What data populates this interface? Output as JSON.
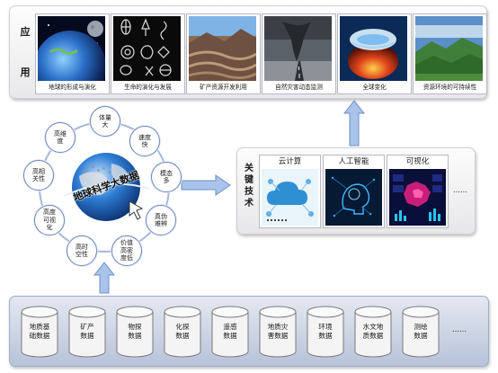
{
  "applications": {
    "label": "应用",
    "items": [
      {
        "caption": "地球的形成与演化"
      },
      {
        "caption": "生命的演化与发展"
      },
      {
        "caption": "矿产资源开发利用"
      },
      {
        "caption": "自然灾害动态监测"
      },
      {
        "caption": "全球变化"
      },
      {
        "caption": "资源环境的可持续性"
      }
    ]
  },
  "core": {
    "title": "地球科学大数据",
    "features": [
      {
        "label": "体量\n大"
      },
      {
        "label": "速度\n快"
      },
      {
        "label": "模态\n多"
      },
      {
        "label": "真伪\n难辨"
      },
      {
        "label": "价值\n高密\n度低"
      },
      {
        "label": "高时\n空性"
      },
      {
        "label": "高度\n可视\n化"
      },
      {
        "label": "高相\n关性"
      },
      {
        "label": "高维\n度"
      }
    ]
  },
  "tech": {
    "label": "关键技术",
    "items": [
      {
        "title": "云计算"
      },
      {
        "title": "人工智能"
      },
      {
        "title": "可视化"
      }
    ],
    "more": "……"
  },
  "data_sources": {
    "items": [
      {
        "label": "地质基\n础数据"
      },
      {
        "label": "矿产\n数据"
      },
      {
        "label": "物探\n数据"
      },
      {
        "label": "化探\n数据"
      },
      {
        "label": "遥感\n数据"
      },
      {
        "label": "地质灾\n害数据"
      },
      {
        "label": "环境\n数据"
      },
      {
        "label": "水文地\n质数据"
      },
      {
        "label": "测绘\n数据"
      }
    ],
    "more": "……"
  },
  "colors": {
    "circle_border": "#6f86bf",
    "arrow": "#a9c3ea",
    "db_fill": "#f4f4f4",
    "panel_bottom": "#b8c3d9"
  }
}
